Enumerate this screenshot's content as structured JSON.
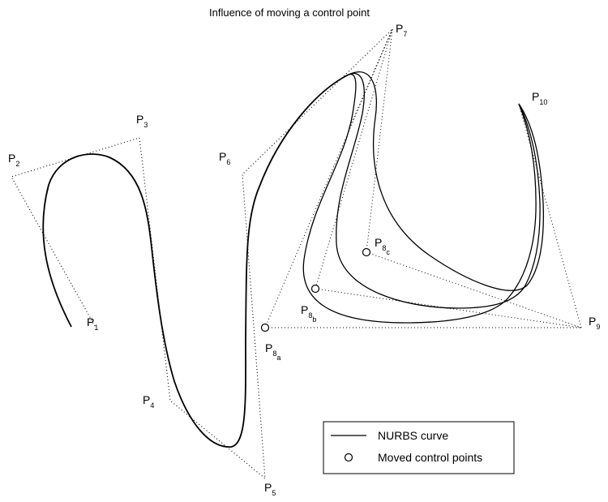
{
  "figure": {
    "title": "Influence of moving a control point",
    "labels": {
      "p1": {
        "main": "P",
        "sub": "1"
      },
      "p2": {
        "main": "P",
        "sub": "2"
      },
      "p3": {
        "main": "P",
        "sub": "3"
      },
      "p4": {
        "main": "P",
        "sub": "4"
      },
      "p5": {
        "main": "P",
        "sub": "5"
      },
      "p6": {
        "main": "P",
        "sub": "6"
      },
      "p7": {
        "main": "P",
        "sub": "7"
      },
      "p8a": {
        "main": "P",
        "sub": "8",
        "subsub": "a"
      },
      "p8b": {
        "main": "P",
        "sub": "8",
        "subsub": "b"
      },
      "p8c": {
        "main": "P",
        "sub": "8",
        "subsub": "c"
      },
      "p9": {
        "main": "P",
        "sub": "9"
      },
      "p10": {
        "main": "P",
        "sub": "10"
      }
    },
    "legend": {
      "curve_label": "NURBS curve",
      "marker_label": "Moved control points"
    }
  }
}
